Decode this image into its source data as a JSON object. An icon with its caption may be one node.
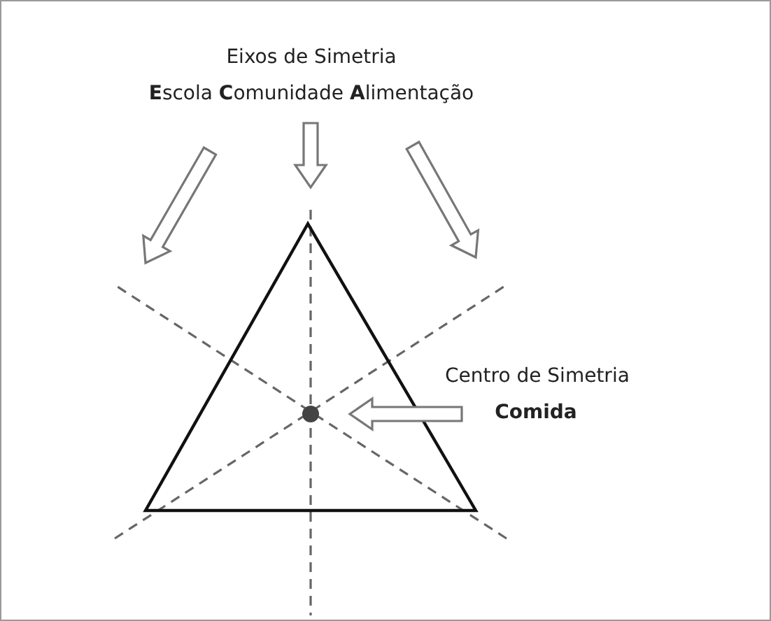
{
  "diagram": {
    "nodes": [
      {
        "text": [
          "Eixos de Simetria",
          "**E**scola **C**omunidade **A**limentação"
        ]
      },
      {
        "text": [
          "Centro de Simetria",
          "Comida"
        ]
      },
      {
        "text": [],
        "shape": "circle"
      }
    ],
    "edges": [
      {
        "from": 1,
        "to": 2,
        "arrow": "to"
      }
    ]
  }
}
